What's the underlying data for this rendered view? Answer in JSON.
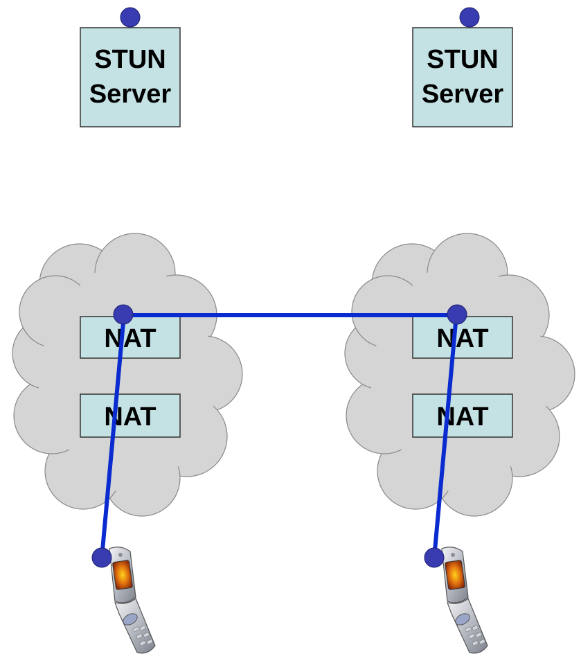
{
  "colors": {
    "box_fill": "#c4e2e4",
    "box_stroke": "#333333",
    "cloud_fill": "#d5d5d5",
    "cloud_stroke": "#888888",
    "dot": "#383cb0",
    "link": "#0a2bd0"
  },
  "servers": [
    {
      "line1": "STUN",
      "line2": "Server"
    },
    {
      "line1": "STUN",
      "line2": "Server"
    }
  ],
  "networks": [
    {
      "nats": [
        {
          "label": "NAT"
        },
        {
          "label": "NAT"
        }
      ]
    },
    {
      "nats": [
        {
          "label": "NAT"
        },
        {
          "label": "NAT"
        }
      ]
    }
  ],
  "devices": [
    {
      "icon": "flip-phone-icon"
    },
    {
      "icon": "flip-phone-icon"
    }
  ]
}
